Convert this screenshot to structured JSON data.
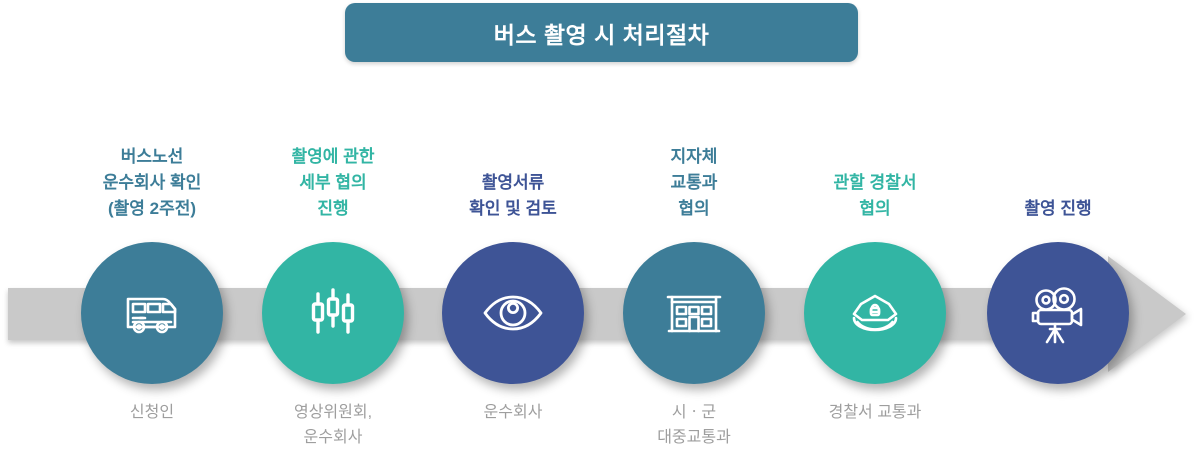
{
  "title": {
    "text": "버스 촬영 시 처리절차",
    "bg_color": "#3D7D98",
    "text_color": "#FFFFFF"
  },
  "track": {
    "bar_color": "#C9C9C9",
    "arrow_color": "#C9C9C9",
    "direction": "right"
  },
  "colors": {
    "steel_blue": "#3D7D98",
    "teal_green": "#32B5A4",
    "navy_blue": "#3E5496",
    "bottom_label_gray": "#9E9E9E"
  },
  "steps": [
    {
      "index": 1,
      "top_label": "버스노선\n운수회사 확인\n(촬영 2주전)",
      "top_label_color": "#3D7D98",
      "circle_color": "#3D7D98",
      "icon": "bus-icon",
      "bottom_label": "신청인"
    },
    {
      "index": 2,
      "top_label": "촬영에 관한\n세부 협의\n진행",
      "top_label_color": "#32B5A4",
      "circle_color": "#32B5A4",
      "icon": "sliders-icon",
      "bottom_label": "영상위원회,\n운수회사"
    },
    {
      "index": 3,
      "top_label": "촬영서류\n확인 및 검토",
      "top_label_color": "#3E5496",
      "circle_color": "#3E5496",
      "icon": "eye-icon",
      "bottom_label": "운수회사"
    },
    {
      "index": 4,
      "top_label": "지자체\n교통과\n협의",
      "top_label_color": "#3D7D98",
      "circle_color": "#3D7D98",
      "icon": "government-building-icon",
      "bottom_label": "시ㆍ군\n대중교통과"
    },
    {
      "index": 5,
      "top_label": "관할 경찰서\n협의",
      "top_label_color": "#32B5A4",
      "circle_color": "#32B5A4",
      "icon": "police-cap-icon",
      "bottom_label": "경찰서 교통과"
    },
    {
      "index": 6,
      "top_label": "촬영 진행",
      "top_label_color": "#3E5496",
      "circle_color": "#3E5496",
      "icon": "movie-camera-icon",
      "bottom_label": ""
    }
  ]
}
